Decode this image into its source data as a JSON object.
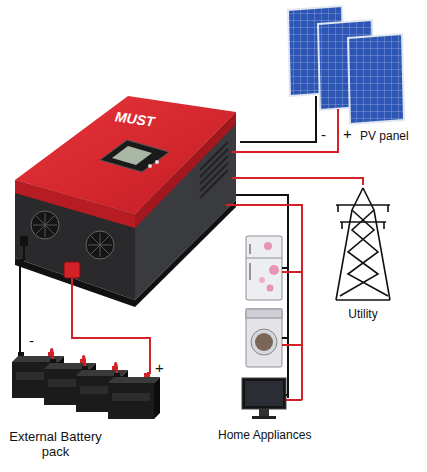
{
  "diagram": {
    "nodes": [
      {
        "text": [
          "MUST"
        ]
      },
      {
        "text": [
          "PV panel"
        ]
      },
      {
        "text": [
          "Utility"
        ]
      },
      {
        "text": [
          "Home Appliances"
        ]
      },
      {
        "text": [
          "External Battery pack"
        ]
      }
    ],
    "edges": [
      {
        "from": 0,
        "to": 1,
        "arrow": "none"
      },
      {
        "from": 0,
        "to": 2,
        "arrow": "none"
      },
      {
        "from": 0,
        "to": 3,
        "arrow": "none"
      },
      {
        "from": 0,
        "to": 4,
        "arrow": "none"
      }
    ],
    "labels": [
      "-",
      "+",
      "-",
      "+"
    ]
  }
}
